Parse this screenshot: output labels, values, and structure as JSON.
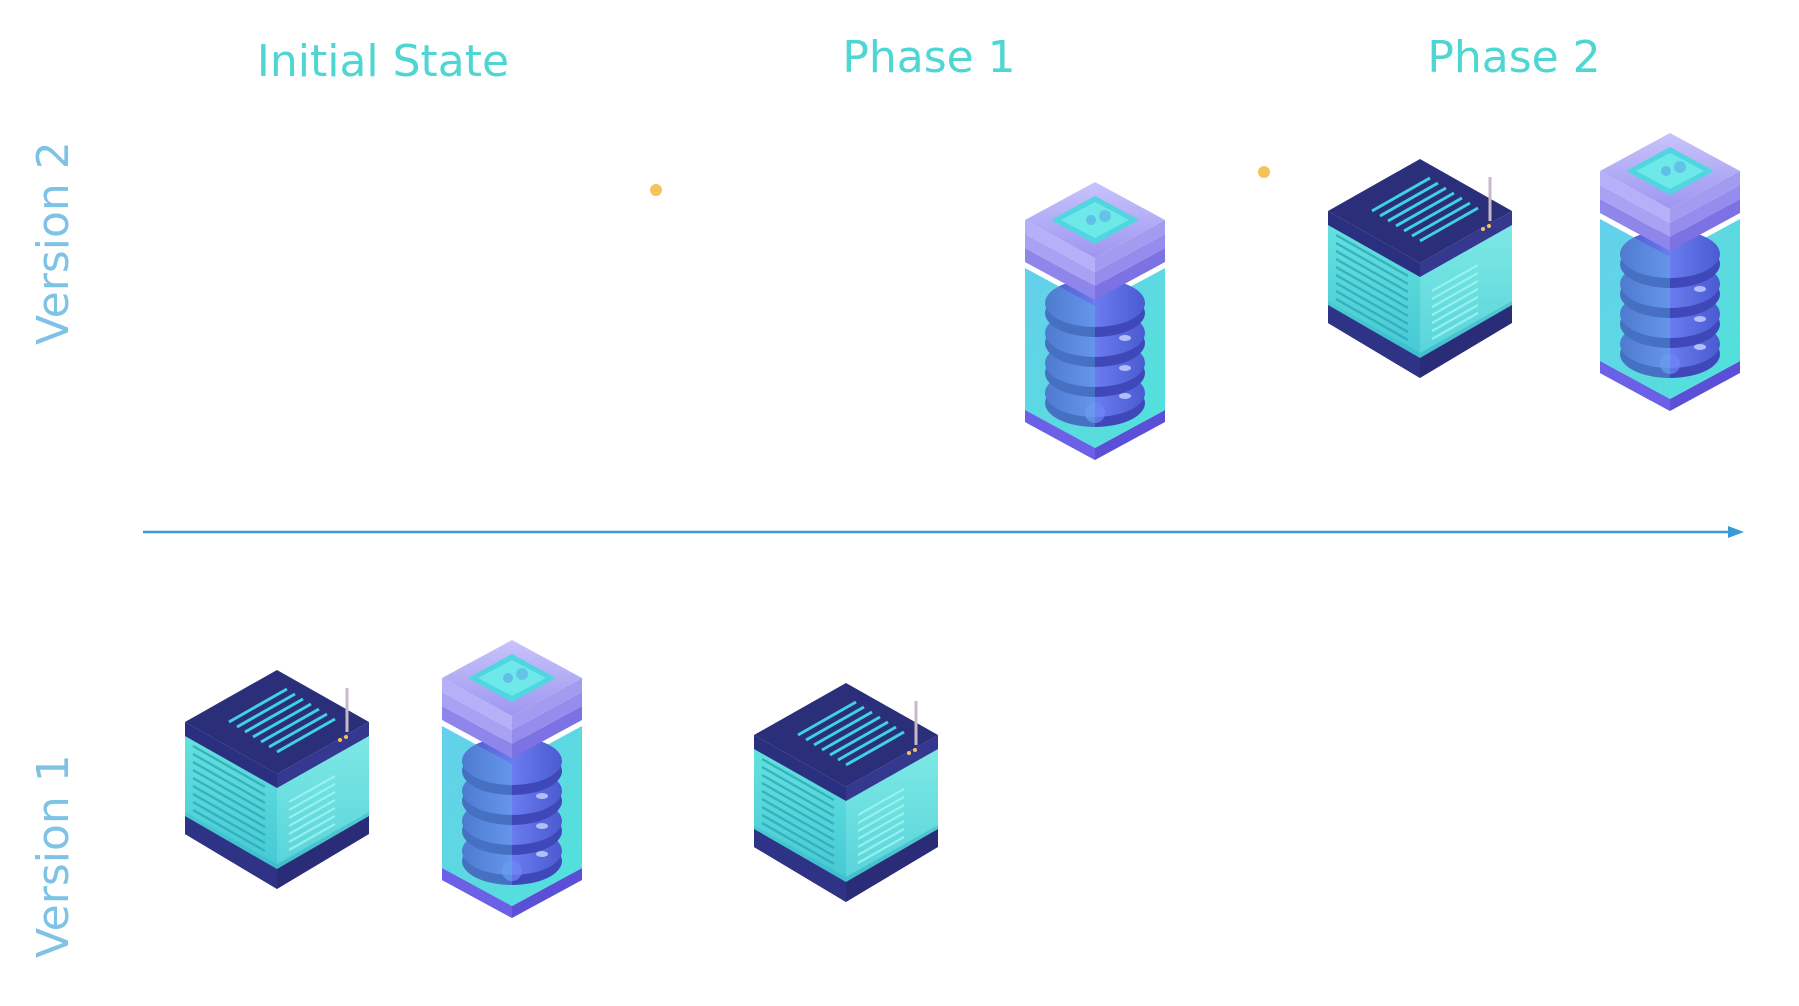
{
  "phases": [
    {
      "title": "Initial State"
    },
    {
      "title": "Phase 1"
    },
    {
      "title": "Phase 2"
    }
  ],
  "versions": {
    "top": "Version 2",
    "bottom": "Version 1"
  },
  "colors": {
    "title": "#4fd6d2",
    "version_label": "#7ec3e6",
    "timeline": "#3a9ad6",
    "divider_top": "#f6c35a",
    "divider_bottom": "#3a2e8c",
    "server_top_dark": "#2b2f7a",
    "server_glass": "#4fd6d8",
    "db_light": "#b9b4f5",
    "db_disk": "#5b6ee8"
  },
  "servers": [
    {
      "kind": "cube-server",
      "version": "Version 1",
      "phase": "Initial State"
    },
    {
      "kind": "database-tower",
      "version": "Version 1",
      "phase": "Initial State"
    },
    {
      "kind": "cube-server",
      "version": "Version 1",
      "phase": "Phase 1"
    },
    {
      "kind": "database-tower",
      "version": "Version 2",
      "phase": "Phase 1"
    },
    {
      "kind": "cube-server",
      "version": "Version 2",
      "phase": "Phase 2"
    },
    {
      "kind": "database-tower",
      "version": "Version 2",
      "phase": "Phase 2"
    }
  ]
}
